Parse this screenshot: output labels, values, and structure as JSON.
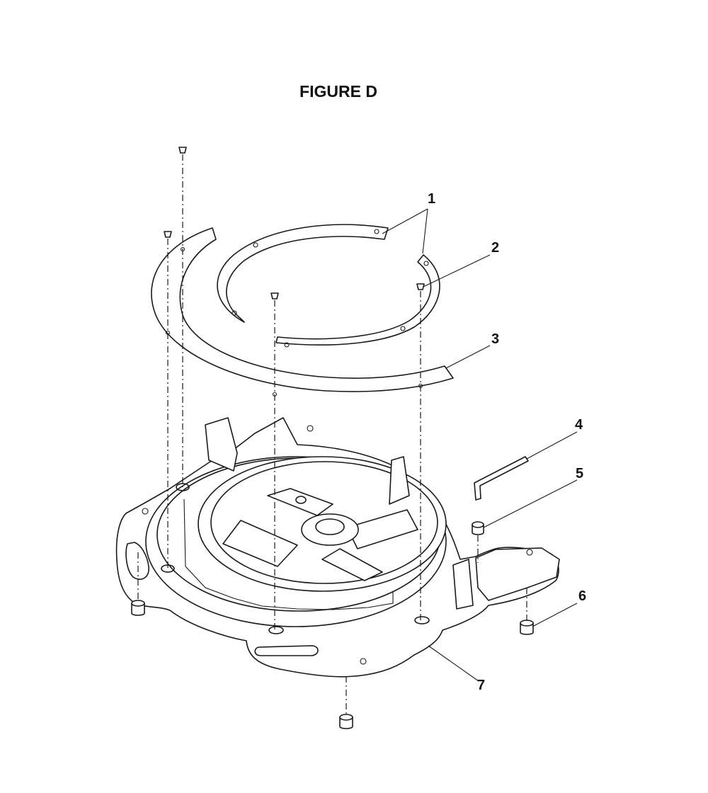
{
  "figure": {
    "title": "FIGURE D"
  },
  "callouts": [
    {
      "label": "1"
    },
    {
      "label": "2"
    },
    {
      "label": "3"
    },
    {
      "label": "4"
    },
    {
      "label": "5"
    },
    {
      "label": "6"
    },
    {
      "label": "7"
    }
  ]
}
